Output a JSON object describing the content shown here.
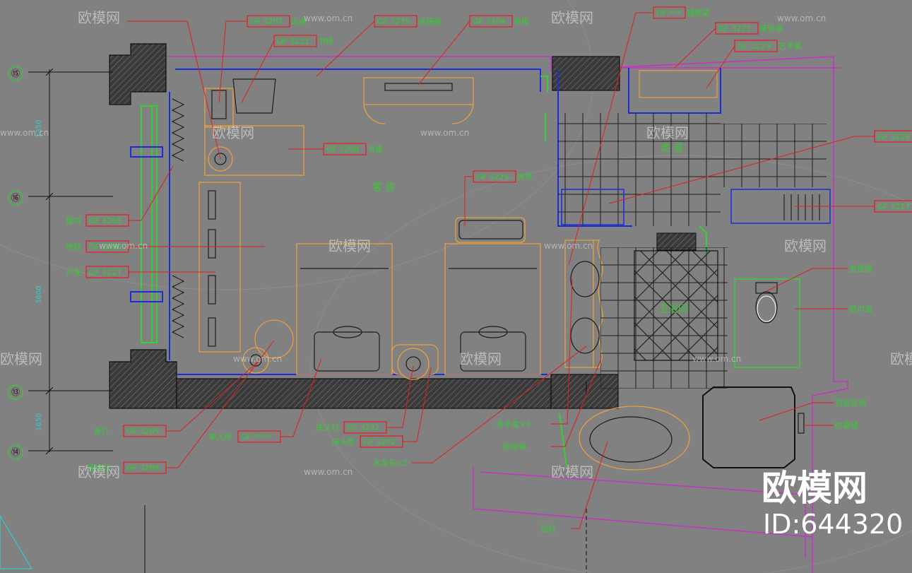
{
  "rooms": {
    "guest_room": "客 房",
    "corridor": "走 道",
    "bathroom": "卫浴间"
  },
  "dimensions": {
    "top": "1350",
    "middle": "3600",
    "bottom": "1650"
  },
  "axis_markers": [
    "⑮",
    "⑯",
    "⑬",
    "⑭"
  ],
  "callouts": [
    {
      "code": "GF 3207",
      "name": "边桌"
    },
    {
      "code": "GF 3221",
      "name": "书椅"
    },
    {
      "code": "GF 3279",
      "name": "装饰画"
    },
    {
      "code": "GF 3204",
      "name": "电视"
    },
    {
      "code": "GF ***",
      "name": "镜框架"
    },
    {
      "code": "GF 3277",
      "name": "装饰画"
    },
    {
      "code": "GF 3229",
      "name": "艺术桌"
    },
    {
      "code": "GF 3208",
      "name": "书桌"
    },
    {
      "code": "GF 3224",
      "name": "床凳"
    },
    {
      "code": "GF 3265",
      "name": "窗帘"
    },
    {
      "code": "GF 3280",
      "name": "地毯"
    },
    {
      "code": "GF 3227",
      "name": "沙发"
    },
    {
      "code": "GF 3205",
      "name": "茶几"
    },
    {
      "code": "GF 3209",
      "name": "落地灯"
    },
    {
      "code": "GF ****",
      "name": "单人床"
    },
    {
      "code": "GF 3242",
      "name": "床头灯"
    },
    {
      "code": "GF 3202",
      "name": "床头柜"
    },
    {
      "code": "GF 3228",
      "name": ""
    },
    {
      "code": "GF 3217",
      "name": ""
    }
  ],
  "right_labels": [
    "坐便器",
    "纸巾盒",
    "顶面花洒",
    "防雾镜"
  ],
  "bottom_labels": [
    "洗手盆×2",
    "梳妆镜",
    "水龙头×2",
    "浴缸"
  ],
  "watermark": {
    "brand": "欧模网",
    "url": "www.om.cn",
    "id": "ID:644320"
  }
}
